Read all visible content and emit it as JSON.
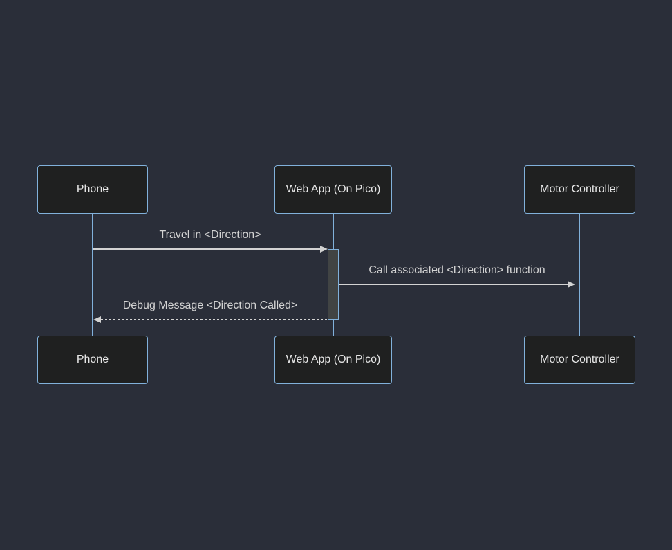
{
  "diagram": {
    "type": "sequence-diagram",
    "actors": [
      {
        "id": "phone",
        "label": "Phone"
      },
      {
        "id": "web-app",
        "label": "Web App (On Pico)"
      },
      {
        "id": "motor-controller",
        "label": "Motor Controller"
      }
    ],
    "messages": [
      {
        "from": "Phone",
        "to": "Web App (On Pico)",
        "label": "Travel in <Direction>",
        "line": "solid",
        "direction": "right"
      },
      {
        "from": "Web App (On Pico)",
        "to": "Motor Controller",
        "label": "Call associated <Direction> function",
        "line": "solid",
        "direction": "right"
      },
      {
        "from": "Web App (On Pico)",
        "to": "Phone",
        "label": "Debug Message <Direction Called>",
        "line": "dotted",
        "direction": "left"
      }
    ],
    "activation": {
      "actor": "Web App (On Pico)",
      "starts_at_message": "Travel in <Direction>",
      "ends_at_message": "Debug Message <Direction Called>"
    },
    "colors": {
      "background": "#2a2e39",
      "actor_fill": "#1f2020",
      "actor_border": "#81b1db",
      "actor_text": "#e6e6e6",
      "lifeline": "#81b1db",
      "signal_line": "#d3d3d3",
      "message_text": "#d3d3d3",
      "activation_fill": "#414444",
      "activation_border": "#81b1db"
    }
  }
}
